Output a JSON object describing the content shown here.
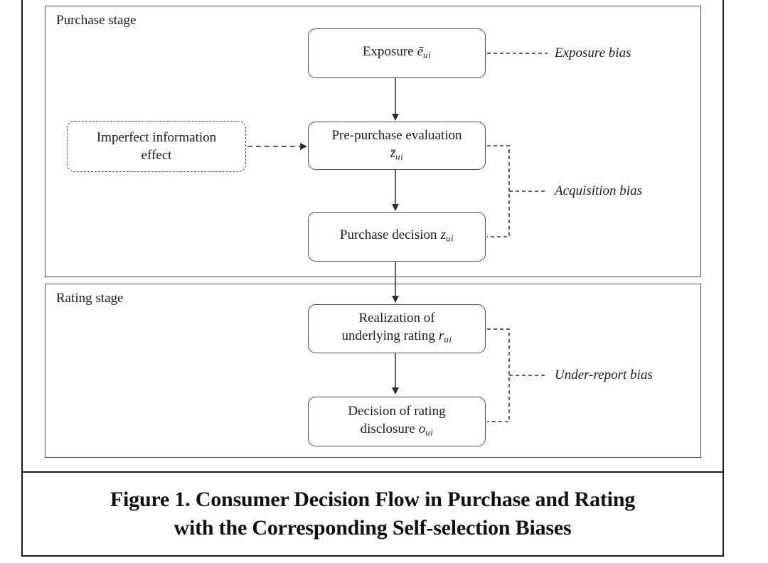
{
  "diagram": {
    "stages": {
      "purchase": {
        "label": "Purchase stage"
      },
      "rating": {
        "label": "Rating stage"
      }
    },
    "nodes": {
      "exposure": {
        "text": "Exposure",
        "symbol": "ē",
        "subscript": "ui"
      },
      "imperfect": {
        "line1": "Imperfect information",
        "line2": "effect"
      },
      "prepurchase": {
        "line1": "Pre-purchase evaluation",
        "symbol": "z̄",
        "subscript": "ui"
      },
      "purchase_decision": {
        "text": "Purchase decision",
        "symbol": "z",
        "subscript": "ui"
      },
      "realization": {
        "line1": "Realization of",
        "line2": "underlying rating",
        "symbol": "r",
        "subscript": "ui"
      },
      "disclosure": {
        "line1": "Decision of rating",
        "line2": "disclosure",
        "symbol": "o",
        "subscript": "ui"
      }
    },
    "biases": {
      "exposure_bias": "Exposure bias",
      "acquisition_bias": "Acquisition bias",
      "under_report_bias": "Under-report bias"
    },
    "colors": {
      "frame": "#1e1e1e",
      "box_border": "#4a4a4a",
      "text": "#1b1b1b"
    }
  },
  "caption": {
    "line1": "Figure 1. Consumer Decision Flow in Purchase and Rating",
    "line2": "with the Corresponding Self-selection Biases"
  }
}
